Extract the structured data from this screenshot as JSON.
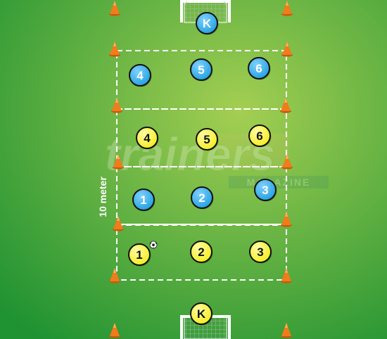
{
  "colors": {
    "grass_light": "#a4cf52",
    "grass_dark": "#1f9232",
    "blue_team": "#1d9ee0",
    "yellow_team": "#f4ec12",
    "cone": "#f07c1a",
    "lines": "#ffffff"
  },
  "measure_label": "10 meter",
  "watermark": {
    "main": "trainers",
    "sub": "MAGAZINE"
  },
  "keepers": {
    "top": {
      "label": "K",
      "team": "blue"
    },
    "bottom": {
      "label": "K",
      "team": "yellow"
    }
  },
  "players": {
    "blue_zone_top": [
      "4",
      "5",
      "6"
    ],
    "yellow_zone_2": [
      "4",
      "5",
      "6"
    ],
    "blue_zone_3": [
      "1",
      "2",
      "3"
    ],
    "yellow_zone_bottom": [
      "1",
      "2",
      "3"
    ]
  },
  "ball": {
    "icon": "soccer-ball-icon"
  },
  "cone_icon": "cone-icon",
  "goal_icon": "goal-icon"
}
